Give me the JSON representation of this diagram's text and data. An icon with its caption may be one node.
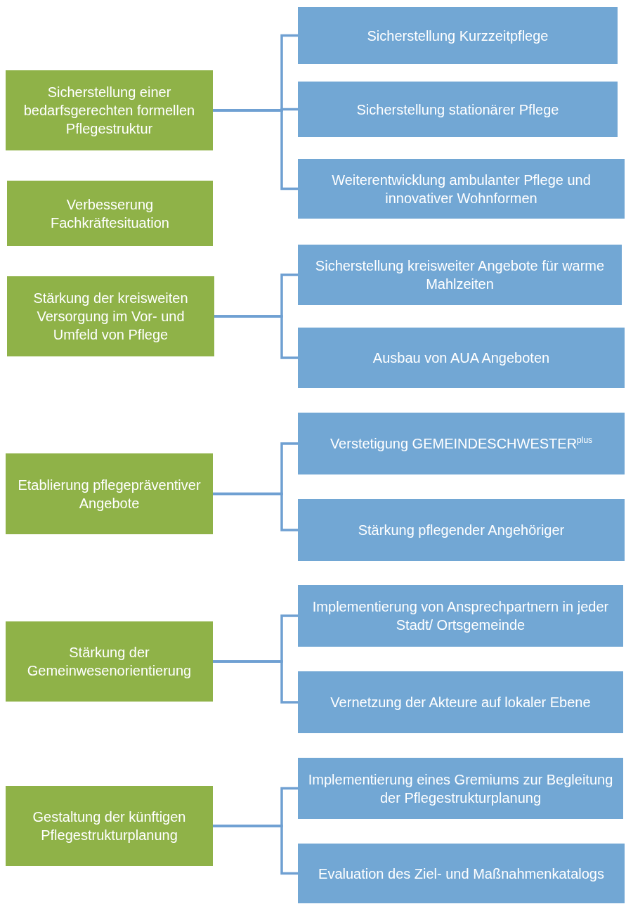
{
  "diagram": {
    "nodes": [
      {
        "text": [
          "Sicherstellung einer bedarfsgerechten formellen Pflegestruktur"
        ]
      },
      {
        "text": [
          "Sicherstellung Kurzzeitpflege"
        ]
      },
      {
        "text": [
          "Sicherstellung stationärer Pflege"
        ]
      },
      {
        "text": [
          "Weiterentwicklung ambulanter Pflege und innovativer Wohnformen"
        ]
      },
      {
        "text": [
          "Verbesserung Fachkräftesituation"
        ]
      },
      {
        "text": [
          "Stärkung der kreisweiten Versorgung im Vor- und Umfeld von Pflege"
        ]
      },
      {
        "text": [
          "Sicherstellung kreisweiter Angebote für warme Mahlzeiten"
        ]
      },
      {
        "text": [
          "Ausbau von AUA Angeboten"
        ]
      },
      {
        "text": [
          "Etablierung pflegepräventiver Angebote"
        ]
      },
      {
        "text": [
          "Verstetigung GEMEINDESCHWESTER$^{plus}$"
        ]
      },
      {
        "text": [
          "Stärkung pflegender Angehöriger"
        ]
      },
      {
        "text": [
          "Stärkung der Gemeinwesenorientierung"
        ]
      },
      {
        "text": [
          "Implementierung von Ansprechpartnern in jeder Stadt/ Ortsgemeinde"
        ]
      },
      {
        "text": [
          "Vernetzung der Akteure auf lokaler Ebene"
        ]
      },
      {
        "text": [
          "Gestaltung der künftigen Pflegestrukturplanung"
        ]
      },
      {
        "text": [
          "Implementierung eines Gremiums zur Begleitung der Pflegestrukturplanung"
        ]
      },
      {
        "text": [
          "Evaluation des Ziel- und Maßnahmenkatalogs"
        ]
      }
    ],
    "edges": [
      {
        "from": 0,
        "to": 1,
        "arrow": "none"
      },
      {
        "from": 0,
        "to": 2,
        "arrow": "none"
      },
      {
        "from": 0,
        "to": 3,
        "arrow": "none"
      },
      {
        "from": 5,
        "to": 6,
        "arrow": "none"
      },
      {
        "from": 5,
        "to": 7,
        "arrow": "none"
      },
      {
        "from": 8,
        "to": 9,
        "arrow": "none"
      },
      {
        "from": 8,
        "to": 10,
        "arrow": "none"
      },
      {
        "from": 11,
        "to": 12,
        "arrow": "none"
      },
      {
        "from": 11,
        "to": 13,
        "arrow": "none"
      },
      {
        "from": 14,
        "to": 15,
        "arrow": "none"
      },
      {
        "from": 14,
        "to": 16,
        "arrow": "none"
      }
    ]
  }
}
